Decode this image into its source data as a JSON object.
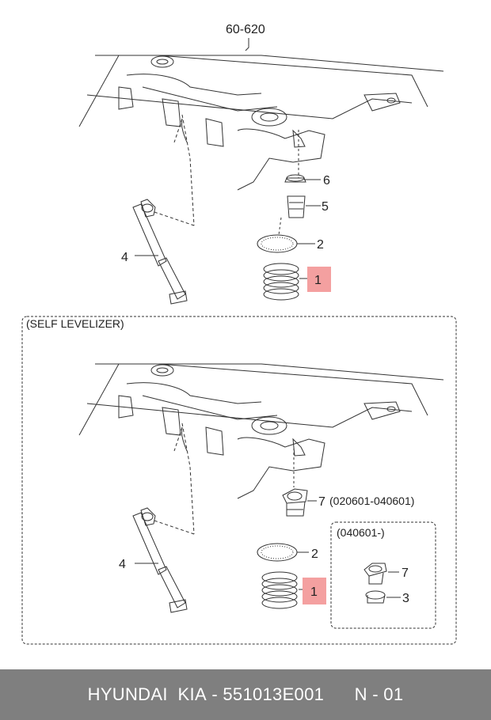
{
  "ref_code": "60-620",
  "top_callouts": {
    "c6": "6",
    "c5": "5",
    "c2": "2",
    "c4": "4",
    "c1": "1"
  },
  "inset": {
    "title": "(SELF LEVELIZER)",
    "callouts": {
      "c7": "7",
      "c7_range": "(020601-040601)",
      "c2": "2",
      "c4": "4",
      "c1": "1"
    },
    "sub_box": {
      "title": "(040601-)",
      "c7": "7",
      "c3": "3"
    }
  },
  "highlight_color": "#f4a0a0",
  "footer": {
    "brand": "HYUNDAI  KIA",
    "separator": " - ",
    "part_number": "551013E001",
    "page": "N - 01"
  }
}
